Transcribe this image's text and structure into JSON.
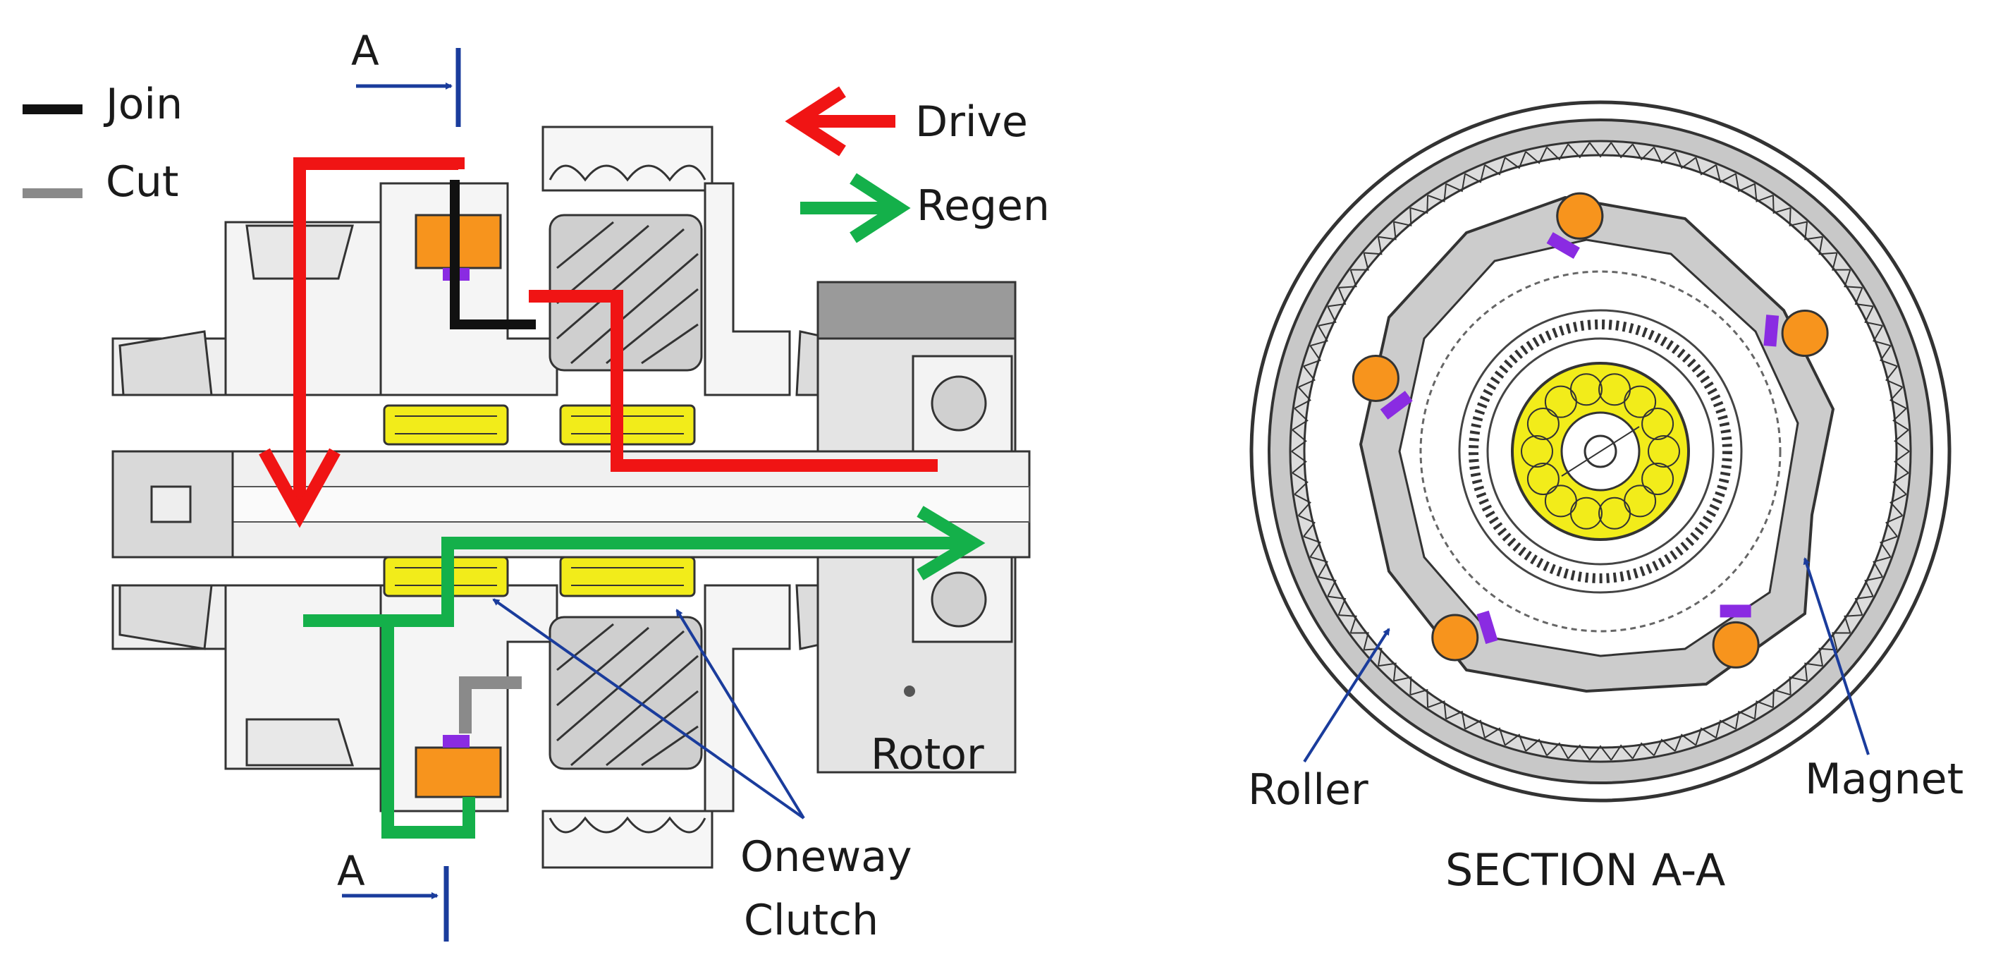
{
  "legend": {
    "join_label": "Join",
    "cut_label": "Cut",
    "drive_label": "Drive",
    "regen_label": "Regen"
  },
  "cross_section": {
    "section_mark": "A",
    "rotor_label": "Rotor",
    "clutch_label_line1": "Oneway",
    "clutch_label_line2": "Clutch"
  },
  "section_view": {
    "title": "SECTION A-A",
    "roller_label": "Roller",
    "magnet_label": "Magnet"
  },
  "colors": {
    "drive": "#f01414",
    "regen": "#14b04a",
    "join": "#111111",
    "cut": "#8a8a8a",
    "roller": "#f7941d",
    "magnet": "#8a2be2",
    "needle_bearing": "#f2ec1a",
    "leader": "#1a3c9c",
    "housing_gray": "#c8c8c8"
  },
  "icons": [
    "section-arrow-icon",
    "roller-icon",
    "magnet-icon"
  ]
}
